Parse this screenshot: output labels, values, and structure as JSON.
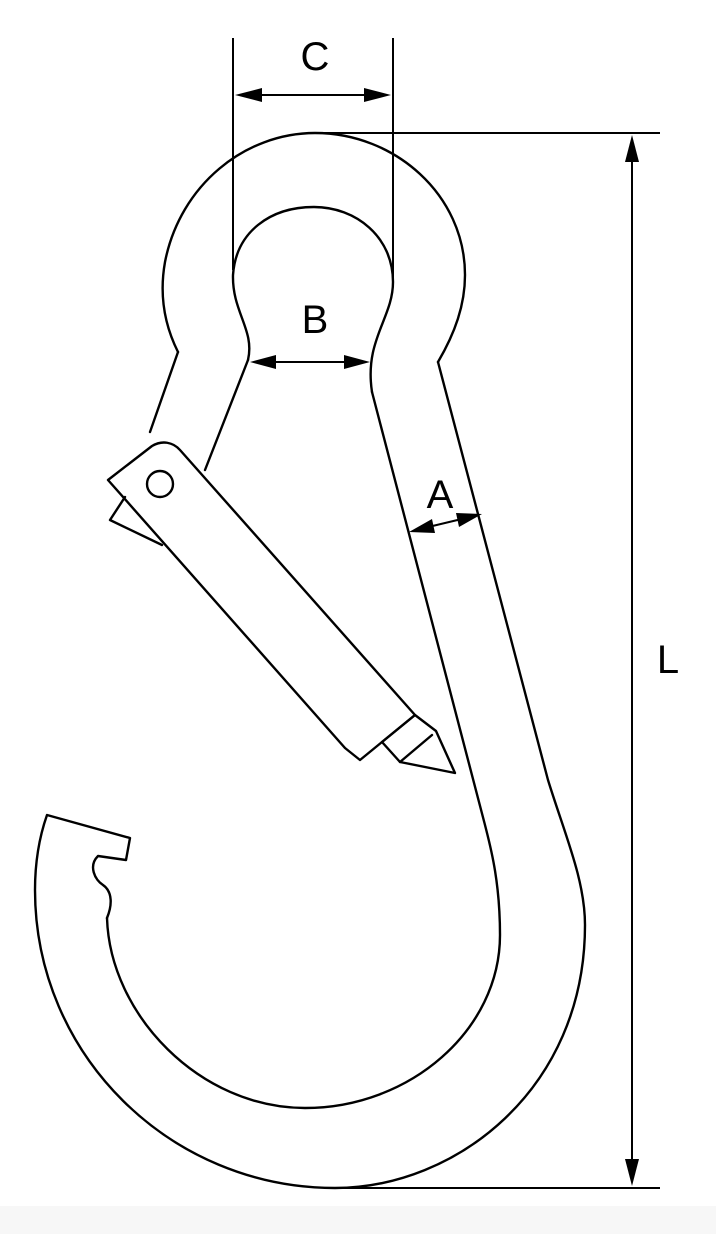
{
  "dimensions": {
    "a_label": "A",
    "b_label": "B",
    "c_label": "C",
    "l_label": "L"
  },
  "colors": {
    "line": "#000000",
    "background": "#ffffff"
  }
}
